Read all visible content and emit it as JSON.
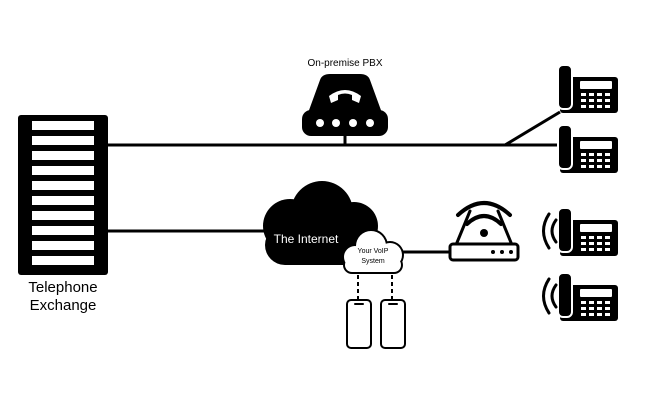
{
  "labels": {
    "exchange_line1": "Telephone",
    "exchange_line2": "Exchange",
    "pbx": "On-premise PBX",
    "internet": "The Internet",
    "voip_line1": "Your VoIP",
    "voip_line2": "System"
  },
  "colors": {
    "ink": "#000000",
    "background": "#ffffff"
  },
  "icons": [
    "telephone-exchange-icon",
    "pbx-icon",
    "desk-phone-icon",
    "wifi-router-icon",
    "smartphone-icon",
    "cloud-icon",
    "wireless-signal-icon"
  ]
}
